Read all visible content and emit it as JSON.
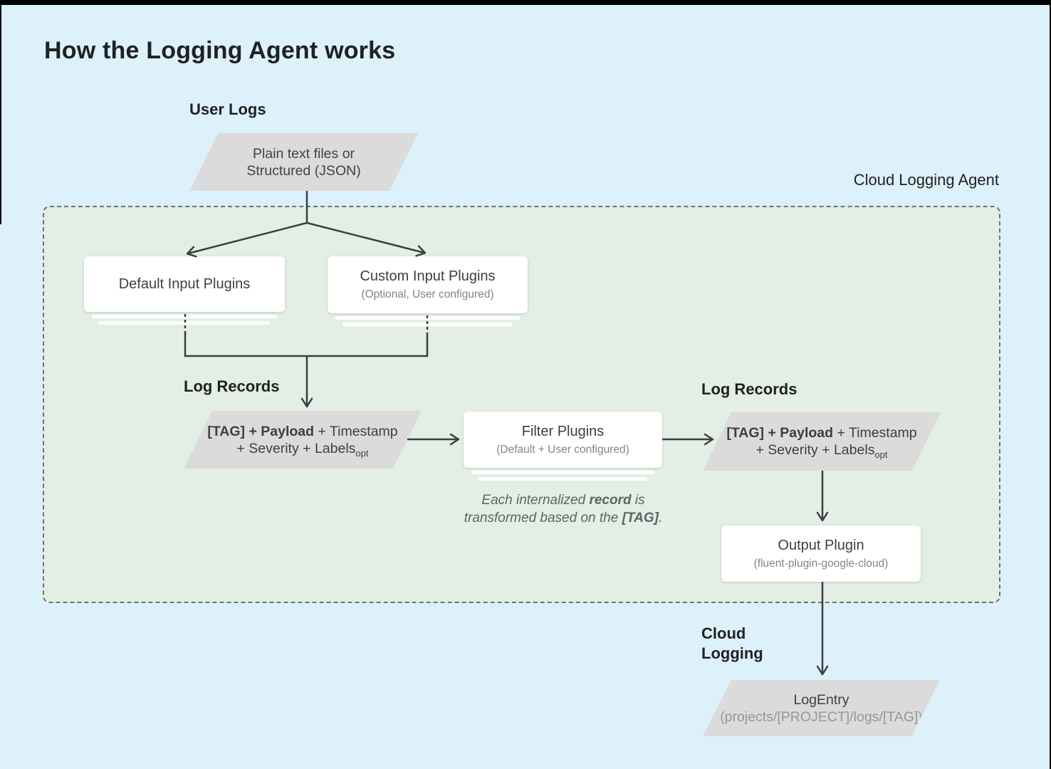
{
  "title": "How the Logging Agent works",
  "sections": {
    "user_logs_label": "User Logs",
    "agent_label": "Cloud Logging Agent",
    "log_records_left_label": "Log Records",
    "log_records_right_label": "Log Records",
    "cloud_logging_label_line1": "Cloud",
    "cloud_logging_label_line2": "Logging"
  },
  "nodes": {
    "user_logs": {
      "line1": "Plain text files or",
      "line2": "Structured (JSON)"
    },
    "default_input": {
      "title": "Default Input Plugins"
    },
    "custom_input": {
      "title": "Custom Input Plugins",
      "subtitle": "(Optional, User configured)"
    },
    "log_record_left": {
      "bold": "[TAG] + Payload",
      "rest": " + Timestamp",
      "line2": "+ Severity + Labels",
      "subscript": "opt"
    },
    "filter_plugins": {
      "title": "Filter Plugins",
      "subtitle": "(Default + User configured)"
    },
    "log_record_right": {
      "bold": "[TAG] + Payload",
      "rest": " + Timestamp",
      "line2": "+ Severity + Labels",
      "subscript": "opt"
    },
    "output_plugin": {
      "title": "Output Plugin",
      "subtitle": "(fluent-plugin-google-cloud)"
    },
    "log_entry": {
      "title": "LogEntry",
      "subtitle": "(projects/[PROJECT]/logs/[TAG])"
    }
  },
  "note": {
    "part1": "Each internalized ",
    "bold1": "record",
    "part2": " is transformed based on the ",
    "bold2": "[TAG]",
    "part3": "."
  },
  "colors": {
    "page_bg": "#ddf1fb",
    "agent_bg": "#e3eee5",
    "shape_gray": "#dbdbdb",
    "node_bg": "#ffffff",
    "line": "#3a3f44",
    "text_primary": "#202124",
    "text_secondary": "#80868b"
  }
}
